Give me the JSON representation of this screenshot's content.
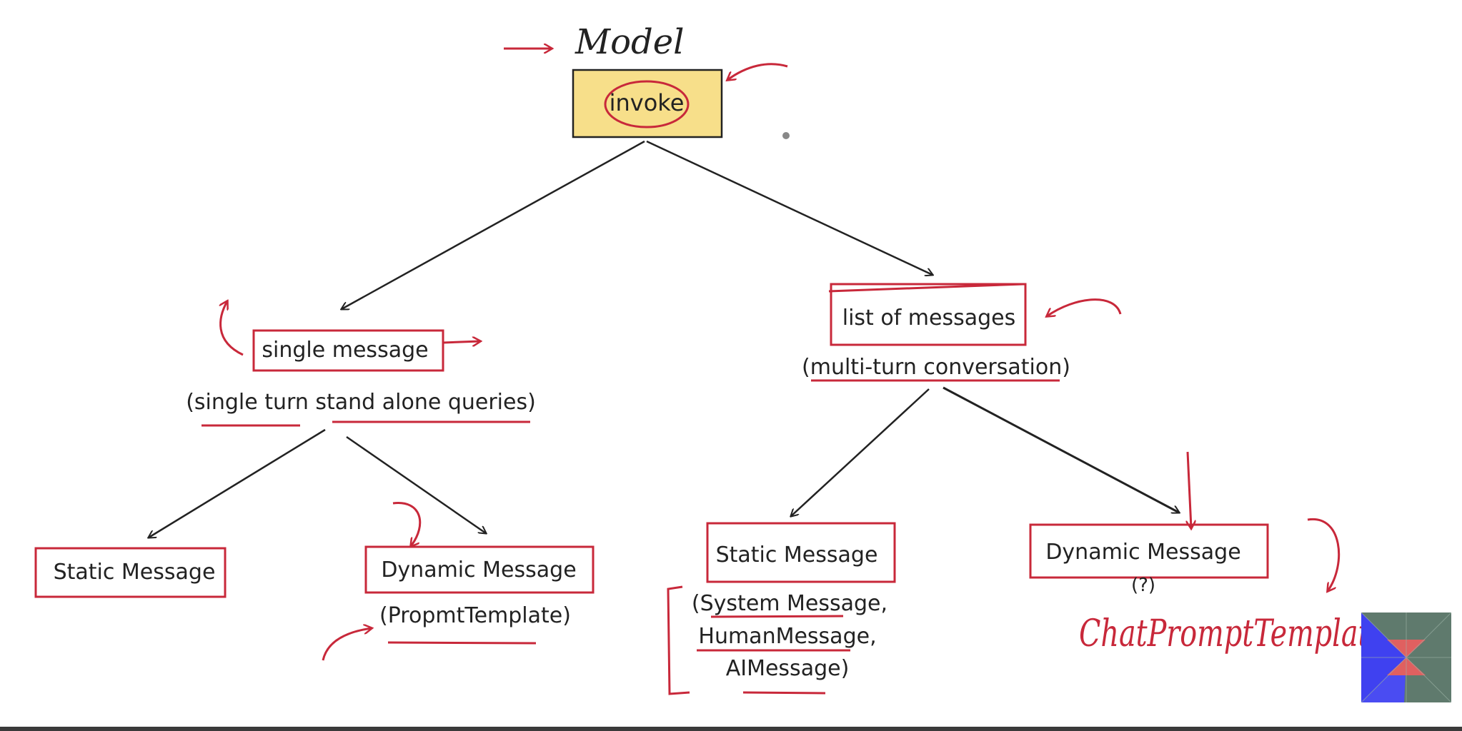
{
  "title": "Model",
  "root": {
    "label": "invoke"
  },
  "branches": {
    "left": {
      "label": "single message",
      "subtitle": "(single turn stand alone queries)",
      "children": {
        "static": {
          "label": "Static Message"
        },
        "dynamic": {
          "label": "Dynamic Message",
          "note": "(PropmtTemplate)"
        }
      }
    },
    "right": {
      "label": "list of messages",
      "subtitle": "(multi-turn conversation)",
      "children": {
        "static": {
          "label": "Static Message",
          "note_lines": [
            "(System Message,",
            "HumanMessage,",
            "AIMessage)"
          ]
        },
        "dynamic": {
          "label": "Dynamic Message",
          "note": "(?)",
          "annotation": "ChatPromptTemplate"
        }
      }
    }
  },
  "colors": {
    "ink": "#222222",
    "annotation_red": "#c8283a",
    "root_fill": "#f7df8a",
    "logo_blue": "#3f41f0",
    "logo_green": "#5f7a6d",
    "logo_red": "#e06060"
  }
}
